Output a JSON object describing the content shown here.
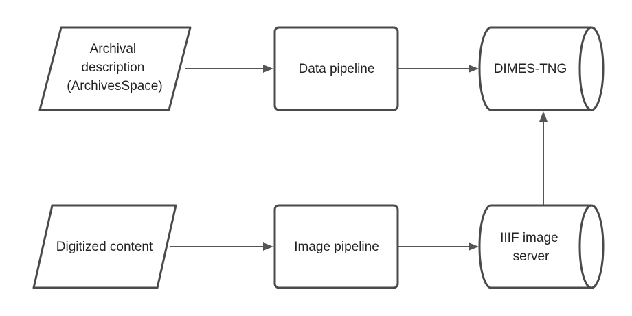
{
  "nodes": {
    "archival_description": {
      "shape": "parallelogram",
      "lines": [
        "Archival",
        "description",
        "(ArchivesSpace)"
      ]
    },
    "data_pipeline": {
      "shape": "rounded-rectangle",
      "lines": [
        "Data pipeline"
      ]
    },
    "dimes_tng": {
      "shape": "cylinder",
      "lines": [
        "DIMES-TNG"
      ]
    },
    "digitized_content": {
      "shape": "parallelogram",
      "lines": [
        "Digitized content"
      ]
    },
    "image_pipeline": {
      "shape": "rounded-rectangle",
      "lines": [
        "Image pipeline"
      ]
    },
    "iiif_image_server": {
      "shape": "cylinder",
      "lines": [
        "IIIF image",
        "server"
      ]
    }
  },
  "edges": [
    {
      "from": "archival_description",
      "to": "data_pipeline"
    },
    {
      "from": "data_pipeline",
      "to": "dimes_tng"
    },
    {
      "from": "digitized_content",
      "to": "image_pipeline"
    },
    {
      "from": "image_pipeline",
      "to": "iiif_image_server"
    },
    {
      "from": "iiif_image_server",
      "to": "dimes_tng"
    }
  ],
  "colors": {
    "stroke": "#4a4a4a",
    "edge": "#555555",
    "fill": "#ffffff",
    "text": "#222222"
  }
}
